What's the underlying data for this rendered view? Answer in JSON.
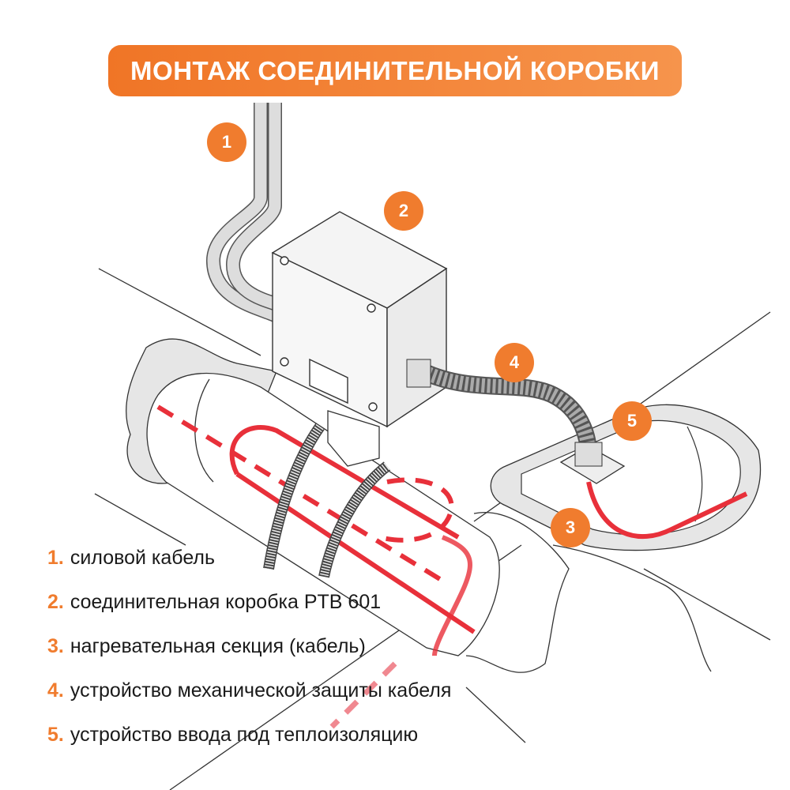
{
  "title": "МОНТАЖ СОЕДИНИТЕЛЬНОЙ КОРОБКИ",
  "colors": {
    "accent": "#F07C2E",
    "cable": "#E8303A"
  },
  "badges": [
    "1",
    "2",
    "3",
    "4",
    "5"
  ],
  "legend": [
    {
      "num": "1.",
      "text": "силовой кабель"
    },
    {
      "num": "2.",
      "text": "соединительная коробка PTB 601"
    },
    {
      "num": "3.",
      "text": "нагревательная секция (кабель)"
    },
    {
      "num": "4.",
      "text": "устройство механической защиты кабеля"
    },
    {
      "num": "5.",
      "text": "устройство ввода под теплоизоляцию"
    }
  ]
}
